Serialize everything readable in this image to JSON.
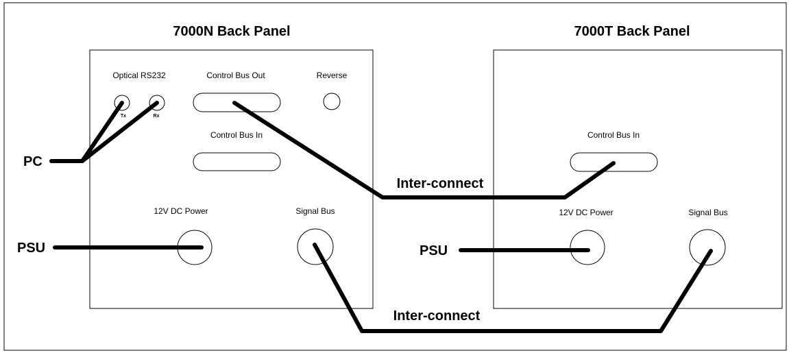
{
  "panel_n": {
    "title": "7000N Back Panel",
    "optical_rs232": "Optical RS232",
    "tx": "Tx",
    "rx": "Rx",
    "control_bus_out": "Control Bus Out",
    "reverse": "Reverse",
    "control_bus_in": "Control Bus In",
    "power": "12V DC Power",
    "signal_bus": "Signal Bus"
  },
  "panel_t": {
    "title": "7000T Back Panel",
    "control_bus_in": "Control Bus In",
    "power": "12V DC Power",
    "signal_bus": "Signal Bus"
  },
  "external": {
    "pc": "PC",
    "psu_n": "PSU",
    "psu_t": "PSU"
  },
  "cables": {
    "control_interconnect": "Inter-connect",
    "signal_interconnect": "Inter-connect"
  }
}
